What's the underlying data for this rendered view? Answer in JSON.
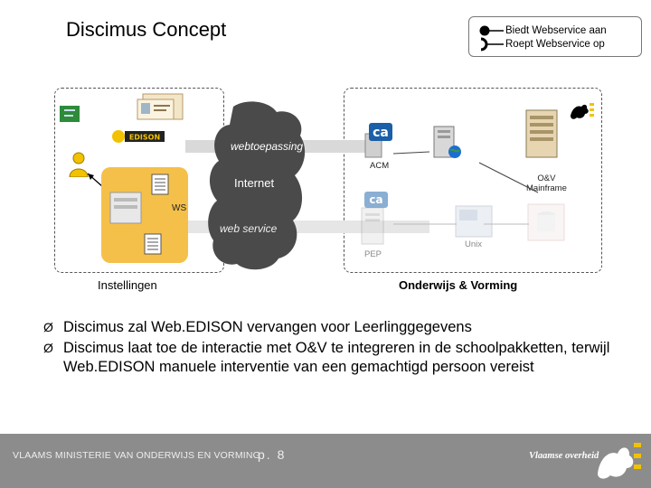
{
  "title": "Discimus Concept",
  "legend": {
    "provides": "Biedt Webservice aan",
    "calls": "Roept Webservice op"
  },
  "diagram": {
    "web_app_label": "webtoepassing",
    "internet_label": "Internet",
    "web_service_label": "web service",
    "ws_label": "WS",
    "acm_label": "ACM",
    "mainframe_line1": "O&V",
    "mainframe_line2": "Mainframe",
    "pep_label": "PEP",
    "unix_label": "Unix",
    "logo_ca_1": "ca",
    "logo_ca_2": "ca",
    "edison_logo": "EDISON",
    "institutions_label": "Instellingen",
    "ov_label": "Onderwijs & Vorming"
  },
  "bullets": [
    "Discimus zal Web.EDISON vervangen voor Leerlinggegevens",
    "Discimus laat toe de interactie met O&V te integreren in de schoolpakketten, terwijl Web.EDISON manuele interventie van een gemachtigd persoon vereist"
  ],
  "bullet_mark": "Ø",
  "footer": {
    "organization": "VLAAMS MINISTERIE VAN ONDERWIJS EN VORMING",
    "page": "p. 8",
    "brand": "Vlaamse overheid"
  },
  "colors": {
    "footer_bg": "#8c8c8c",
    "cloud": "#4a4a4a",
    "folder_yellow": "#f5c04a",
    "ca_blue": "#1a5fa8"
  }
}
